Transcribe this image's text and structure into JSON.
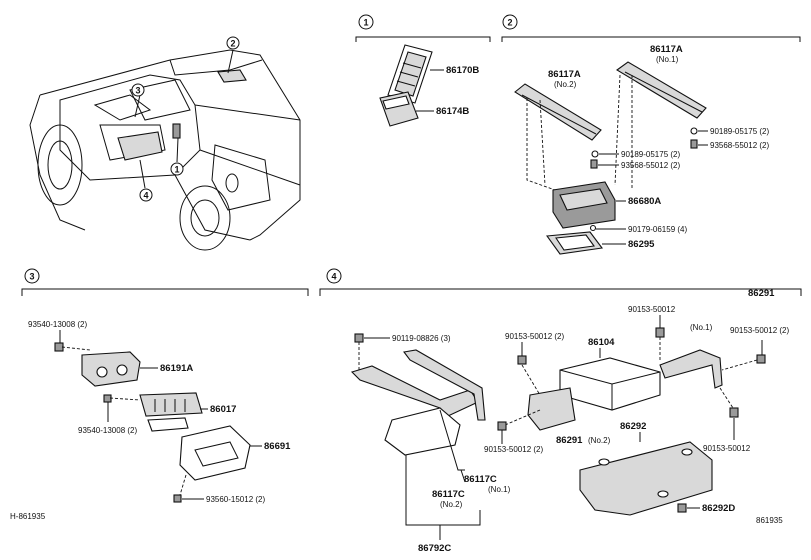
{
  "sections": {
    "s1": {
      "marker": "1"
    },
    "s2": {
      "marker": "2"
    },
    "s3": {
      "marker": "3"
    },
    "s4": {
      "marker": "4"
    }
  },
  "vehicle_callouts": [
    "2",
    "3",
    "1",
    "4"
  ],
  "labels": {
    "p86170B": "86170B",
    "p86174B": "86174B",
    "p86117A_no1": "86117A",
    "p86117A_no1_sub": "(No.1)",
    "p86117A_no2": "86117A",
    "p86117A_no2_sub": "(No.2)",
    "p90189_a": "90189-05175 (2)",
    "p93568_a": "93568-55012 (2)",
    "p90189_b": "90189-05175 (2)",
    "p93568_b": "93568-55012 (2)",
    "p86680A": "86680A",
    "p90179": "90179-06159 (4)",
    "p86295": "86295",
    "p93540_top": "93540-13008 (2)",
    "p86191A": "86191A",
    "p86017": "86017",
    "p93540_bot": "93540-13008 (2)",
    "p86691": "86691",
    "p93560": "93560-15012 (2)",
    "p86291": "86291",
    "p90153_top": "90153-50012",
    "p90119": "90119-08826 (3)",
    "p90153_l": "90153-50012 (2)",
    "p86104": "86104",
    "p_no1": "(No.1)",
    "p90153_r": "90153-50012 (2)",
    "p90153_bl": "90153-50012 (2)",
    "p86291_no2": "86291",
    "p86291_no2_sub": "(No.2)",
    "p86292": "86292",
    "p90153_br": "90153-50012",
    "p86117C_no1": "86117C",
    "p86117C_no1_sub": "(No.1)",
    "p86117C_no2": "86117C",
    "p86117C_no2_sub": "(No.2)",
    "p86292D": "86292D",
    "p86792C": "86792C"
  },
  "footer": {
    "left_code": "H-861935",
    "right_code": "861935"
  }
}
